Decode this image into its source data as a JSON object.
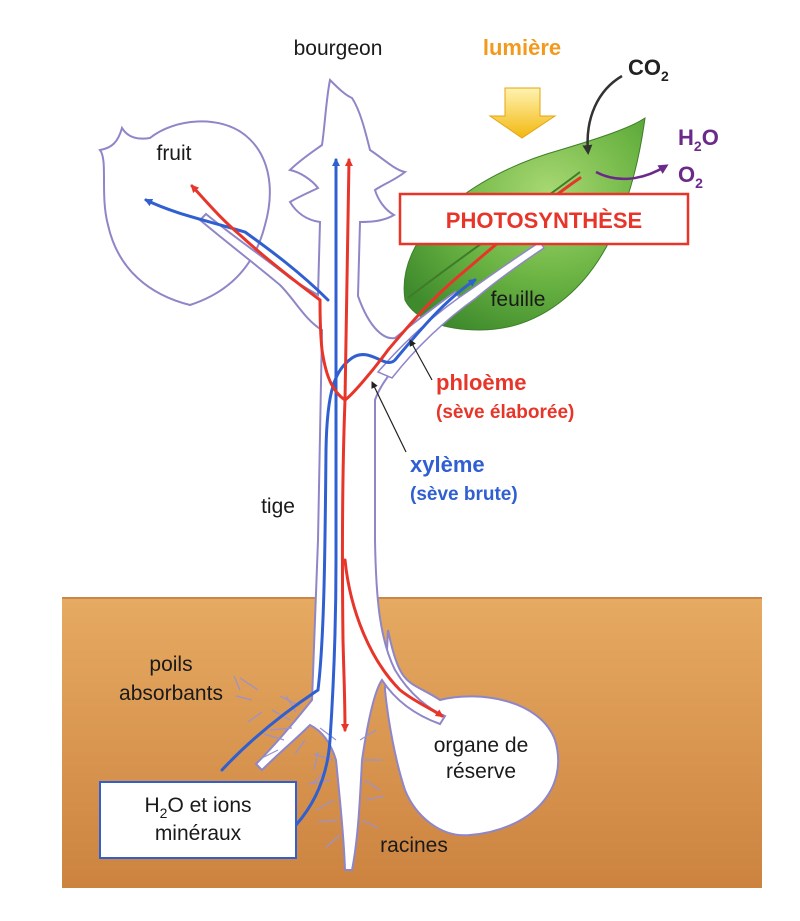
{
  "labels": {
    "bourgeon": "bourgeon",
    "lumiere": "lumière",
    "co2_main": "CO",
    "co2_sub": "2",
    "h2o_main_a": "H",
    "h2o_sub": "2",
    "h2o_main_b": "O",
    "o2_main": "O",
    "o2_sub": "2",
    "fruit": "fruit",
    "photosynthese": "PHOTOSYNTHÈSE",
    "feuille": "feuille",
    "phloeme": "phloème",
    "phloeme_sub": "(sève élaborée)",
    "xyleme": "xylème",
    "xyleme_sub": "(sève brute)",
    "tige": "tige",
    "poils_line1": "poils",
    "poils_line2": "absorbants",
    "organe_line1": "organe de",
    "organe_line2": "réserve",
    "ions_line1_a": "H",
    "ions_line1_sub": "2",
    "ions_line1_b": "O et ions",
    "ions_line2": "minéraux",
    "racines": "racines"
  },
  "colors": {
    "xylem": "#2f5fd0",
    "phloem": "#e8352a",
    "outline": "#8f86c8",
    "soil_top": "#e2a45c",
    "soil_bottom": "#cf8640",
    "leaf": "#5aa33c",
    "leaf_light": "#9ccf6a",
    "light_arrow": "#f2c21a",
    "gas_out": "#6b2a8a",
    "photosynthese": "#e8352a",
    "lumiere": "#f39a1e"
  }
}
